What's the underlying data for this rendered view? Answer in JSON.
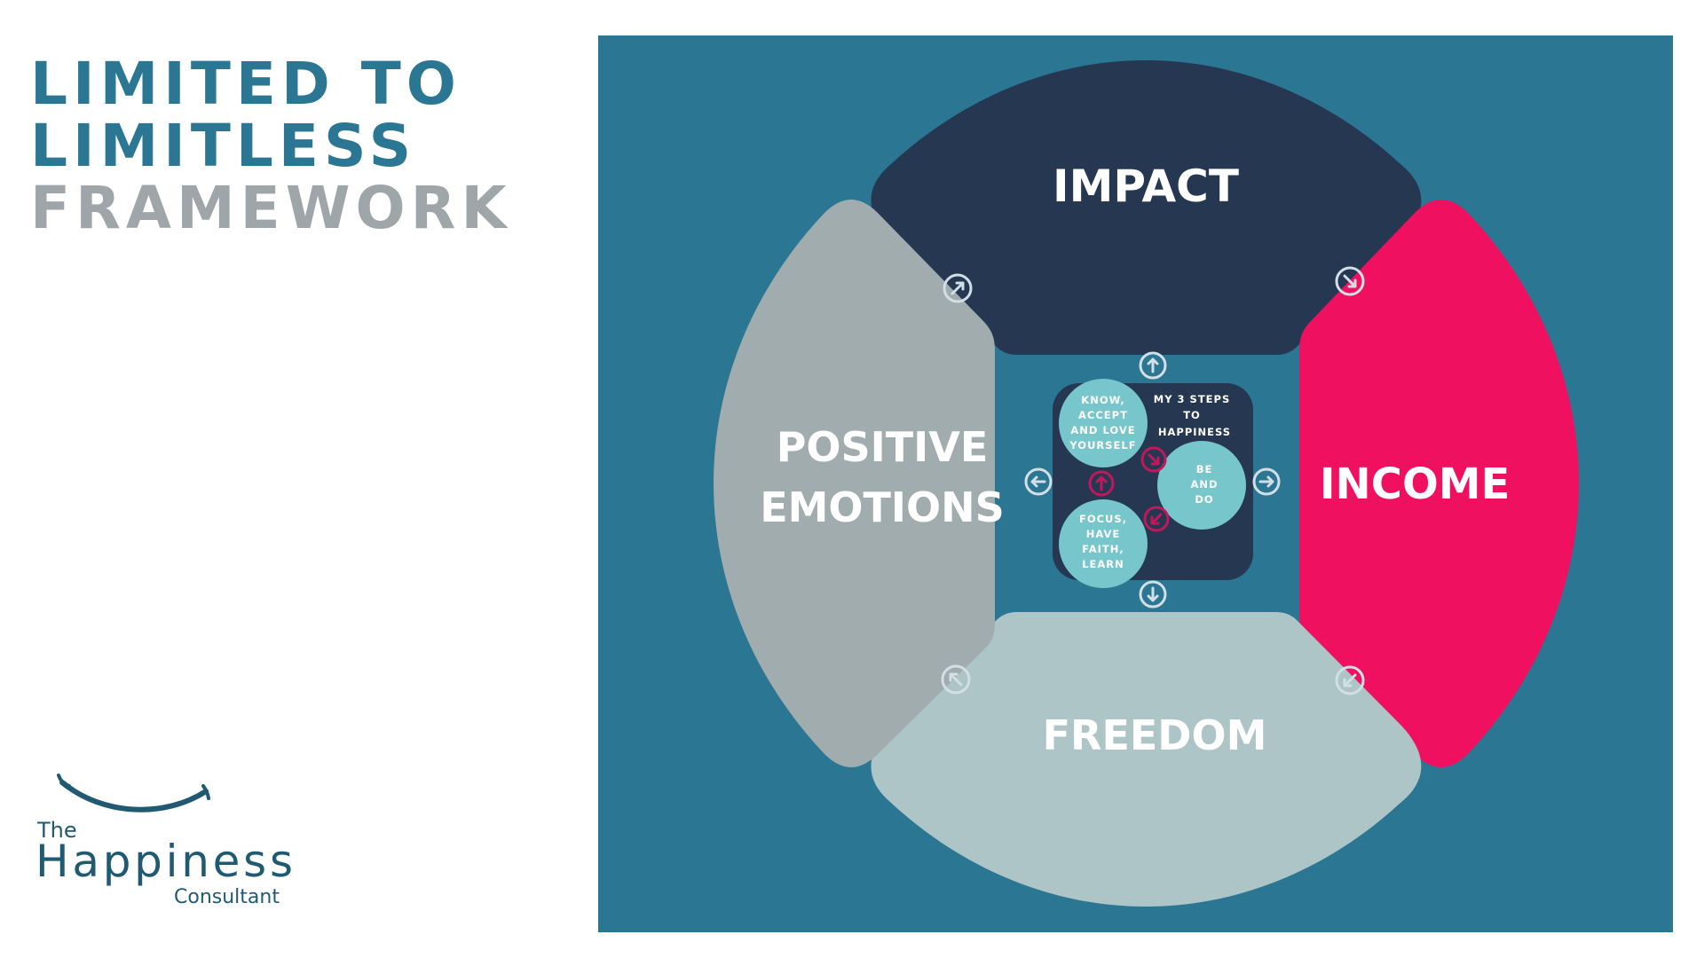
{
  "title": {
    "line1": "LIMITED TO",
    "line2": "LIMITLESS",
    "line3": "FRAMEWORK"
  },
  "logo": {
    "line1": "The",
    "line2": "Happiness",
    "line3": "Consultant"
  },
  "segments": {
    "impact": "IMPACT",
    "income": "INCOME",
    "freedom": "FREEDOM",
    "positive_emotions_line1": "POSITIVE",
    "positive_emotions_line2": "EMOTIONS"
  },
  "center": {
    "heading_line1": "MY 3 STEPS",
    "heading_line2": "TO",
    "heading_line3": "HAPPINESS",
    "step1": [
      "KNOW,",
      "ACCEPT",
      "AND LOVE",
      "YOURSELF"
    ],
    "step2": [
      "BE",
      "AND",
      "DO"
    ],
    "step3": [
      "FOCUS,",
      "HAVE",
      "FAITH,",
      "LEARN"
    ]
  },
  "colors": {
    "panel": "#2a7693",
    "impact": "#253751",
    "income": "#ef1160",
    "freedom": "#adc5c6",
    "positive_emotions": "#a1acaf",
    "center_box": "#253751",
    "step_circle": "#76c6cc",
    "title_blue": "#2a7693",
    "title_grey": "#9fa6aa"
  },
  "icons": {
    "outer_arrows": [
      "arrow-up-right-icon",
      "arrow-down-right-icon",
      "arrow-down-left-icon",
      "arrow-up-left-icon"
    ],
    "center_arrows": [
      "arrow-up-icon",
      "arrow-right-icon",
      "arrow-down-icon",
      "arrow-left-icon"
    ],
    "step_arrows": [
      "arrow-down-right-icon",
      "arrow-down-left-icon",
      "arrow-up-icon"
    ]
  }
}
